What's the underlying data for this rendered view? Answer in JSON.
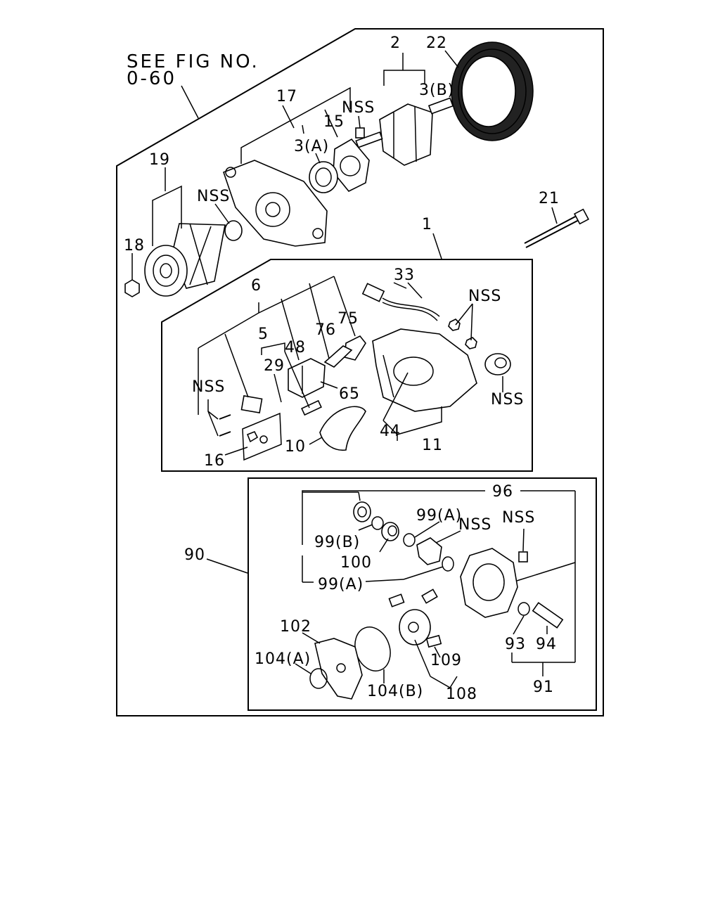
{
  "reference": {
    "line1": "SEE FIG NO.",
    "line2": "0-60"
  },
  "callouts": {
    "c2": "2",
    "c22": "22",
    "c3b": "3(B)",
    "c17": "17",
    "c15": "15",
    "nss_top": "NSS",
    "c3a": "3(A)",
    "c19": "19",
    "nss_pulley": "NSS",
    "c21": "21",
    "c18": "18",
    "c1": "1",
    "c6": "6",
    "c33": "33",
    "nss_rear1": "NSS",
    "c75": "75",
    "c76": "76",
    "c5": "5",
    "c48": "48",
    "c29": "29",
    "nss_brush": "NSS",
    "c65": "65",
    "nss_rear2": "NSS",
    "c44": "44",
    "c11": "11",
    "c10": "10",
    "c16": "16",
    "c96": "96",
    "c99a_top": "99(A)",
    "nss_pump1": "NSS",
    "nss_pump2": "NSS",
    "c99b": "99(B)",
    "c100": "100",
    "c90": "90",
    "c99a_bot": "99(A)",
    "c102": "102",
    "c109": "109",
    "c93": "93",
    "c94": "94",
    "c104a": "104(A)",
    "c104b": "104(B)",
    "c108": "108",
    "c91": "91"
  }
}
